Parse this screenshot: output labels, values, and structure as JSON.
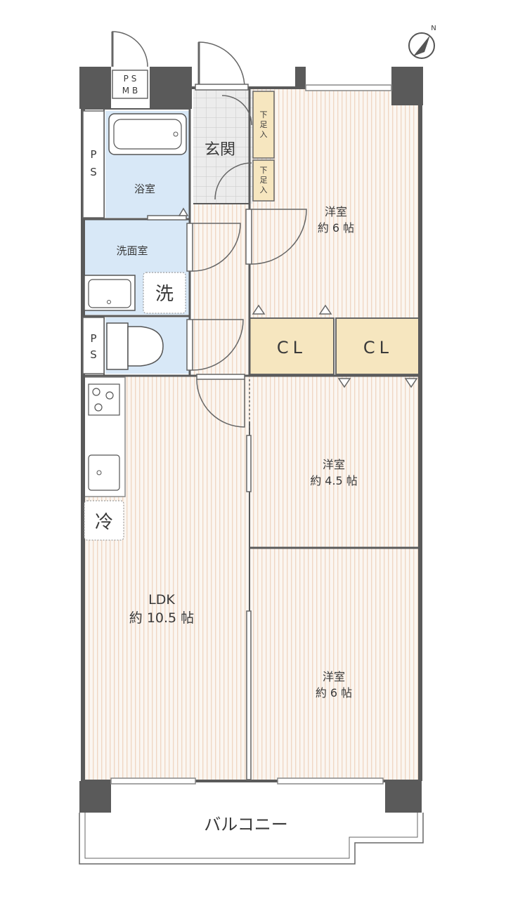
{
  "colors": {
    "wall": "#5a5a5a",
    "floor_stripe": "#f0d7c4",
    "wet_area": "#d8e8f7",
    "closet": "#f6e6bf",
    "entry_tile": "#e7e7e7",
    "compass_ring": "#555555"
  },
  "compass": {
    "letter": "N"
  },
  "ps_mb": {
    "line1": "P S",
    "line2": "M B"
  },
  "rooms": {
    "genkan": "玄関",
    "shoe1": [
      "下",
      "足",
      "入"
    ],
    "shoe2": [
      "下",
      "足",
      "入"
    ],
    "yoshitsu_ne": {
      "name": "洋室",
      "size": "約 6 帖"
    },
    "bath": "浴室",
    "washroom": "洗面室",
    "washer": "洗",
    "ps1": [
      "P",
      "S"
    ],
    "ps2": [
      "P",
      "S"
    ],
    "cl1": "CL",
    "cl2": "CL",
    "yoshitsu_mid": {
      "name": "洋室",
      "size": "約 4.5 帖"
    },
    "ldk": {
      "name": "LDK",
      "size": "約 10.5 帖"
    },
    "fridge": "冷",
    "yoshitsu_se": {
      "name": "洋室",
      "size": "約 6 帖"
    },
    "balcony": "バルコニー"
  }
}
